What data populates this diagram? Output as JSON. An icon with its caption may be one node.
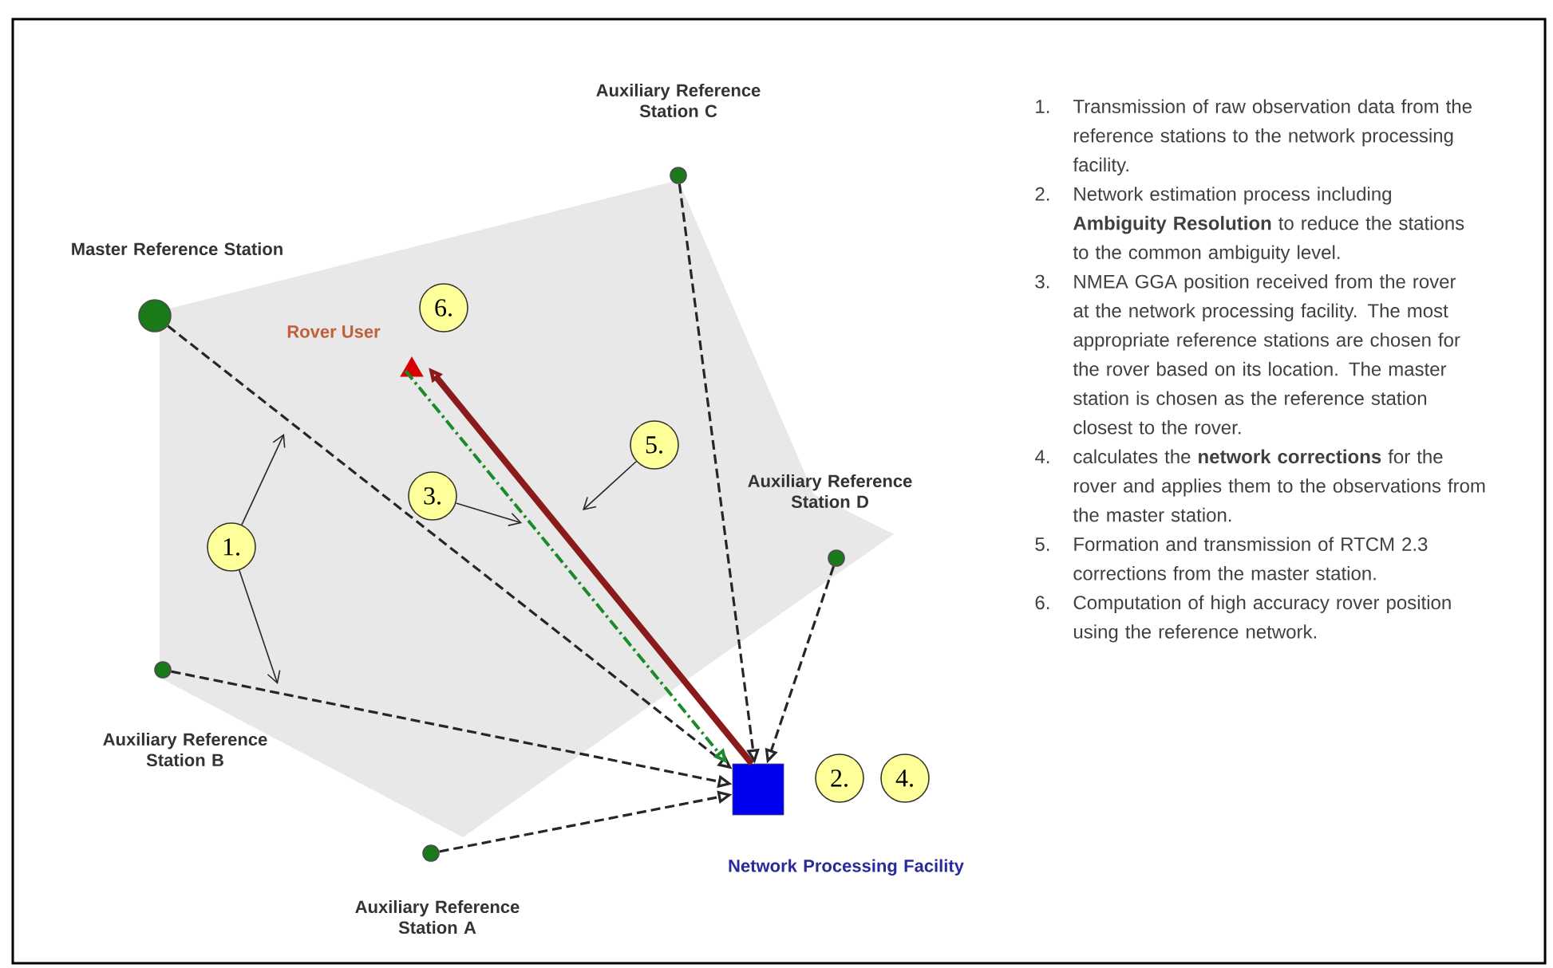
{
  "diagram": {
    "nodes": [
      {
        "text": [
          "Master Reference Station"
        ]
      },
      {
        "text": [
          "Auxiliary Reference Station C"
        ]
      },
      {
        "text": [
          "Auxiliary Reference Station D"
        ]
      },
      {
        "text": [
          "Auxiliary Reference Station B"
        ]
      },
      {
        "text": [
          "Auxiliary Reference Station A"
        ]
      },
      {
        "text": [
          "Network Processing Facility"
        ]
      },
      {
        "text": [
          "Rover User"
        ]
      },
      {
        "text": [
          "1."
        ]
      },
      {
        "text": [
          "3."
        ]
      },
      {
        "text": [
          "5."
        ]
      },
      {
        "text": [
          "6."
        ]
      },
      {
        "text": [
          "2."
        ]
      },
      {
        "text": [
          "4."
        ]
      }
    ],
    "edges": [
      {
        "from": 0,
        "to": 5,
        "arrow": "to",
        "style": "dashed"
      },
      {
        "from": 1,
        "to": 5,
        "arrow": "to",
        "style": "dashed"
      },
      {
        "from": 2,
        "to": 5,
        "arrow": "to",
        "style": "dashed"
      },
      {
        "from": 3,
        "to": 5,
        "arrow": "to",
        "style": "dashed"
      },
      {
        "from": 4,
        "to": 5,
        "arrow": "to",
        "style": "dashed"
      },
      {
        "from": 6,
        "to": 5,
        "arrow": "to",
        "style": "dashed",
        "color": "#1a8a2a"
      },
      {
        "from": 5,
        "to": 6,
        "arrow": "to",
        "style": "thick",
        "color": "#8b1a1a"
      },
      {
        "from": 7,
        "to": null,
        "arrow": "to"
      },
      {
        "from": 7,
        "to": null,
        "arrow": "to"
      },
      {
        "from": 8,
        "to": null,
        "arrow": "to"
      },
      {
        "from": 9,
        "to": null,
        "arrow": "to"
      }
    ],
    "labels": [
      "1.",
      "Transmission of raw observation data from the reference stations to the network processing facility.",
      "2.",
      "Network estimation process including **Ambiguity Resolution** to reduce the stations to the common ambiguity level.",
      "3.",
      "NMEA GGA position received from the rover at the network processing facility. The most appropriate reference stations are chosen for the rover based on its location. The master station is chosen as the reference station closest to the rover.",
      "4.",
      "calculates the **network corrections** for the rover and applies them to the observations from the master station.",
      "5.",
      "Formation and transmission of RTCM 2.3 corrections from the master station.",
      "6.",
      "Computation of high accuracy rover position using the reference network."
    ]
  }
}
